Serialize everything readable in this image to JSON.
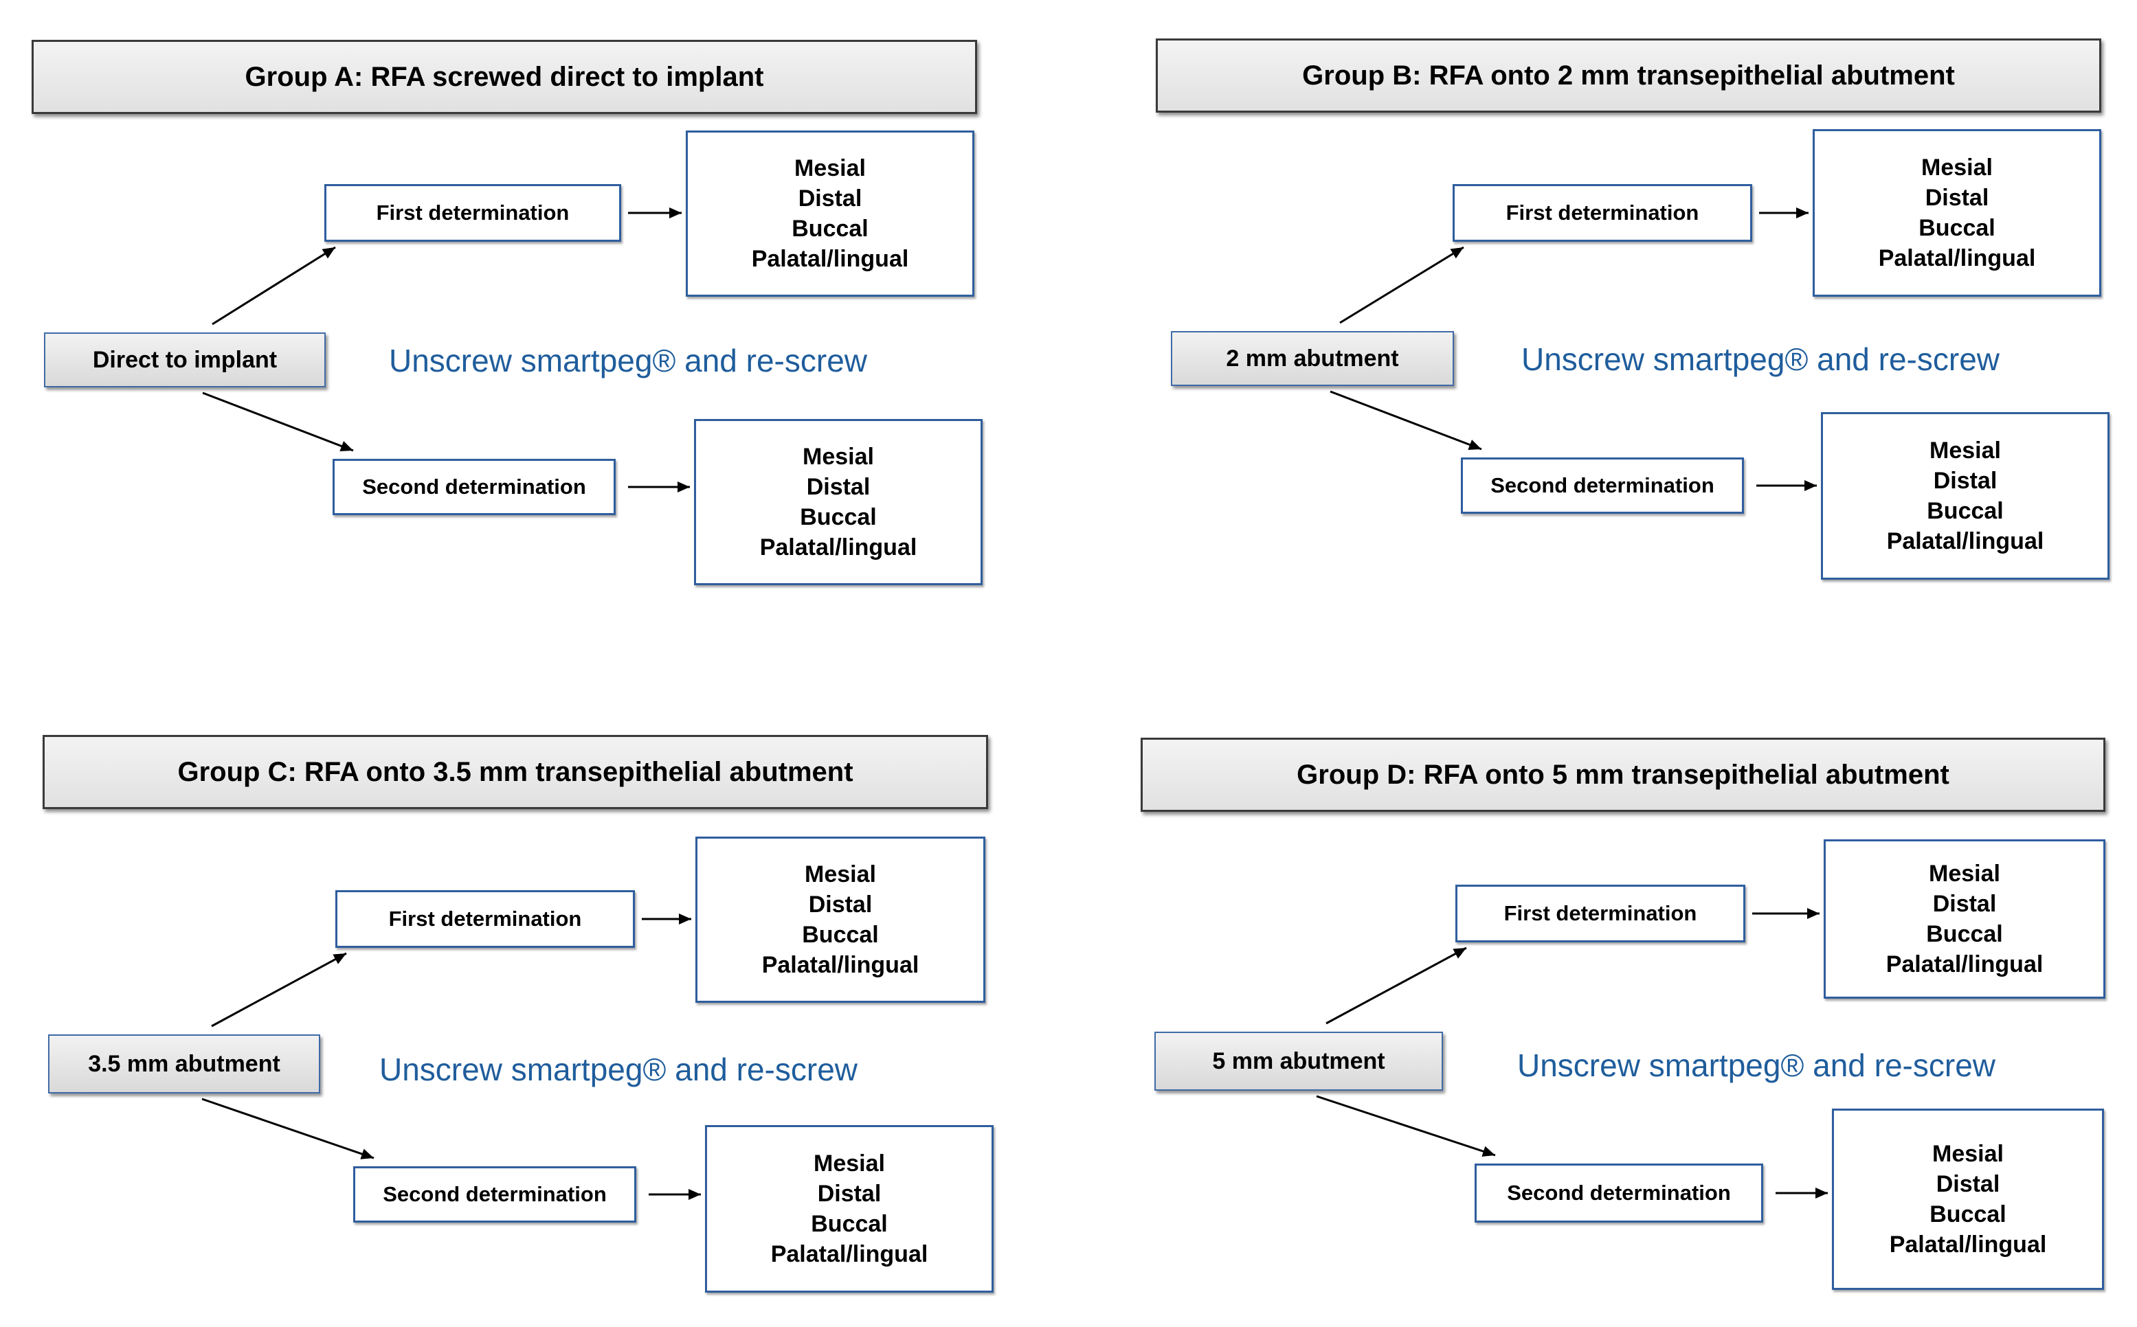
{
  "groups": [
    {
      "title": "Group A: RFA screwed direct to implant",
      "source": "Direct to implant",
      "first": "First determination",
      "second": "Second determination",
      "note": "Unscrew smartpeg® and re-screw",
      "locations": [
        "Mesial",
        "Distal",
        "Buccal",
        "Palatal/lingual"
      ]
    },
    {
      "title": "Group B: RFA onto 2 mm transepithelial abutment",
      "source": "2 mm abutment",
      "first": "First determination",
      "second": "Second determination",
      "note": "Unscrew smartpeg® and re-screw",
      "locations": [
        "Mesial",
        "Distal",
        "Buccal",
        "Palatal/lingual"
      ]
    },
    {
      "title": "Group C: RFA onto 3.5 mm transepithelial abutment",
      "source": "3.5 mm abutment",
      "first": "First determination",
      "second": "Second determination",
      "note": "Unscrew smartpeg® and re-screw",
      "locations": [
        "Mesial",
        "Distal",
        "Buccal",
        "Palatal/lingual"
      ]
    },
    {
      "title": "Group D: RFA onto 5 mm transepithelial abutment",
      "source": "5 mm abutment",
      "first": "First determination",
      "second": "Second determination",
      "note": "Unscrew smartpeg® and re-screw",
      "locations": [
        "Mesial",
        "Distal",
        "Buccal",
        "Palatal/lingual"
      ]
    }
  ],
  "colors": {
    "accent": "#1f5d9c",
    "box_border": "#2f5e9e"
  }
}
